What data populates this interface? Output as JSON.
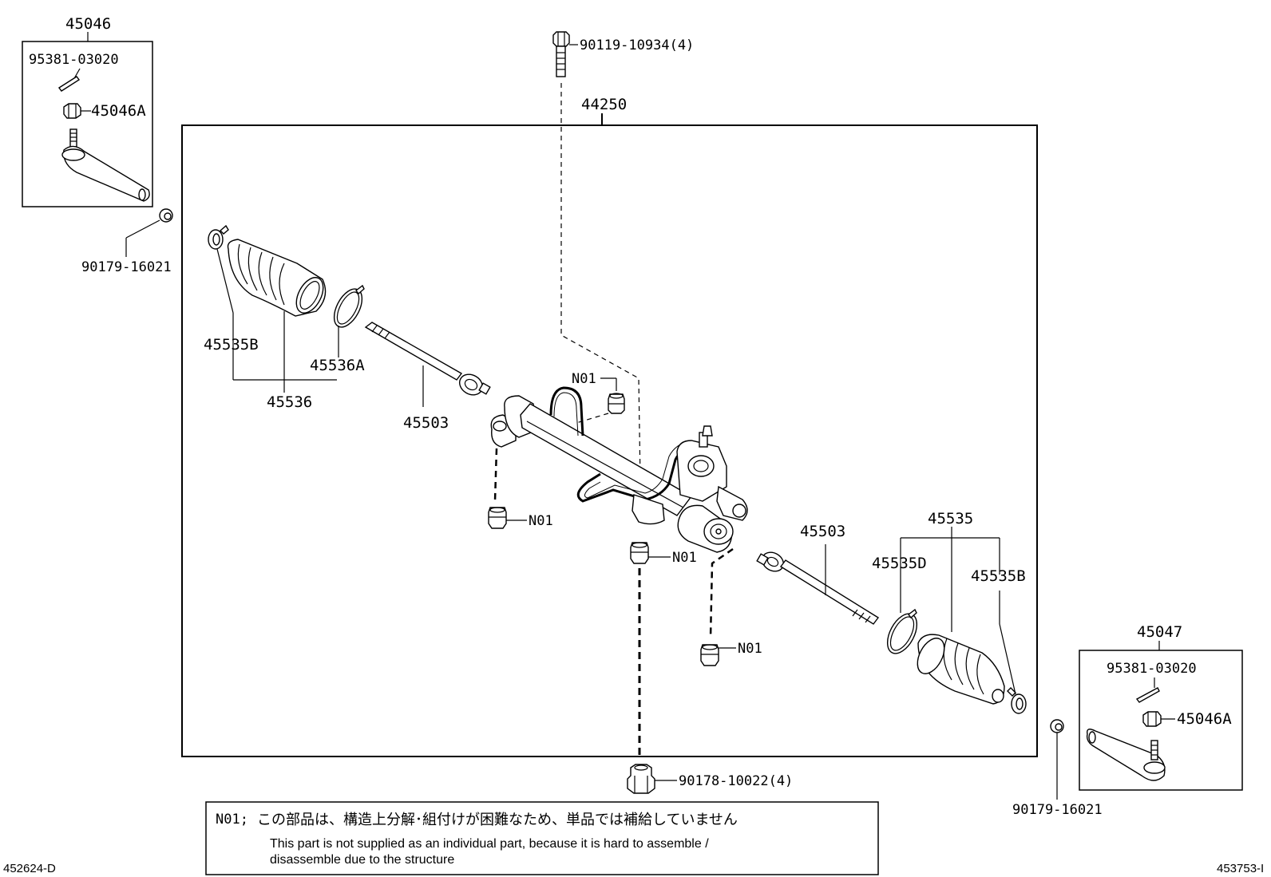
{
  "labels": {
    "kit_left": "45046",
    "cotter_left": "95381-03020",
    "nut_left": "45046A",
    "nut_clip_left": "90179-16021",
    "bolt_top": "90119-10934(4)",
    "gear_assy": "44250",
    "boot_clamp_left": "45535B",
    "boot_band_left": "45536A",
    "boot_kit_left": "45536",
    "tie_rod_left": "45503",
    "n01_top": "N01",
    "n01_left": "N01",
    "n01_center": "N01",
    "n01_lower": "N01",
    "tie_rod_right": "45503",
    "boot_kit_right": "45535",
    "boot_band_right": "45535D",
    "boot_clamp_right": "45535B",
    "kit_right": "45047",
    "cotter_right": "95381-03020",
    "nut_right": "45046A",
    "nut_bottom": "90178-10022(4)",
    "nut_clip_right": "90179-16021"
  },
  "note": {
    "code": "N01;",
    "japanese": "この部品は、構造上分解･組付けが困難なため、単品では補給していません",
    "english_line1": "This part is not supplied as an individual part, because it is hard to assemble /",
    "english_line2": "disassemble due to the structure"
  },
  "refs": {
    "left": "452624-D",
    "right": "453753-I"
  }
}
